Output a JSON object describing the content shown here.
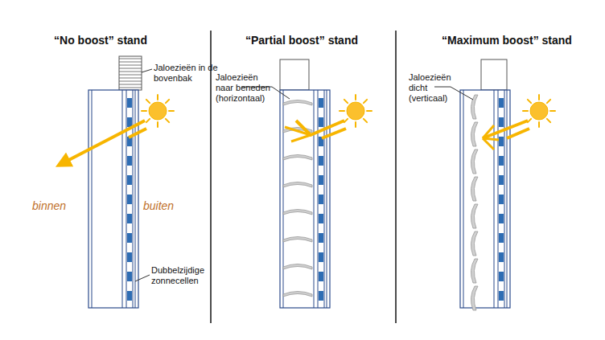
{
  "diagram": {
    "labels": [
      "“No boost” stand",
      "“Partial boost” stand",
      "“Maximum boost” stand",
      "Jaloezieën in de bovenbak",
      "binnen",
      "buiten",
      "Dubbelzijdige zonnecellen",
      "Jaloezieën naar beneden (horizontaal)",
      "Jaloezieën dicht (verticaal)"
    ]
  }
}
